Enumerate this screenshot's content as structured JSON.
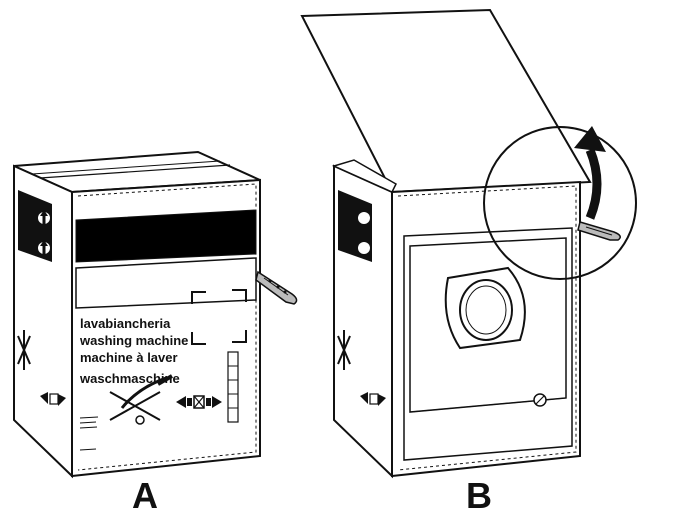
{
  "panels": [
    {
      "label": "A"
    },
    {
      "label": "B"
    }
  ],
  "box_a": {
    "product_names": [
      "lavabiancheria",
      "washing machine",
      "machine à laver",
      "waschmaschine"
    ]
  },
  "colors": {
    "line": "#111111",
    "fill": "#ffffff",
    "band": "#000000"
  }
}
